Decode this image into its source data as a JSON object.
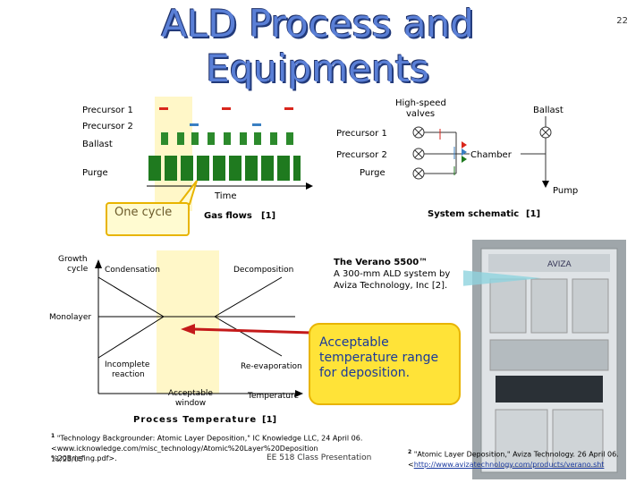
{
  "slide": {
    "title_line1": "ALD Process and",
    "title_line2": "Equipments",
    "number": "22"
  },
  "gas_flows": {
    "rows": [
      "Precursor 1",
      "Precursor 2",
      "Ballast",
      "Purge"
    ],
    "x_label": "Time",
    "caption": "Gas flows",
    "ref": "[1]",
    "colors": {
      "precursor1": "#d9261c",
      "precursor2": "#3a7fc2",
      "ballast": "#2c8a2c",
      "purge": "#1f7a1f",
      "highlight": "#fff7c8"
    }
  },
  "system_schematic": {
    "header_valves": "High-speed",
    "header_valves2": "valves",
    "ballast": "Ballast",
    "precursor1": "Precursor 1",
    "precursor2": "Precursor 2",
    "purge": "Purge",
    "chamber": "Chamber",
    "pump": "Pump",
    "caption": "System schematic",
    "ref": "[1]"
  },
  "callout_cycle": "One cycle",
  "ald_window": {
    "y_label_line1": "Growth",
    "y_label_line2": "cycle",
    "monolayer": "Monolayer",
    "condensation": "Condensation",
    "decomposition": "Decomposition",
    "incomplete_line1": "Incomplete",
    "incomplete_line2": "reaction",
    "reevaporation": "Re-evaporation",
    "window_line1": "Acceptable",
    "window_line2": "window",
    "temperature": "Temperature",
    "caption": "Process Temperature",
    "ref": "[1]"
  },
  "verano": {
    "title": "The Verano 5500™",
    "desc": "A 300-mm ALD system by Aviza Technology, Inc [2]."
  },
  "accept_callout": "Acceptable temperature range for deposition.",
  "photo": {
    "brand": "AVIZA"
  },
  "ref1": {
    "num": "1",
    "text": "\"Technology Backgrounder: Atomic Layer Deposition,\" IC Knowledge LLC, 24 April 06. <www.icknowledge.com/misc_technology/Atomic%20Layer%20Deposition %20Briefing.pdf>."
  },
  "ref2": {
    "num": "2",
    "text": "\"Atomic Layer Deposition,\" Aviza Technology. 26 April 06.",
    "link_prefix": "<",
    "link": "http://www.avizatechnology.com/products/verano.sht"
  },
  "footer": {
    "date": "11/23/05",
    "course": "EE 518 Class Presentation"
  }
}
